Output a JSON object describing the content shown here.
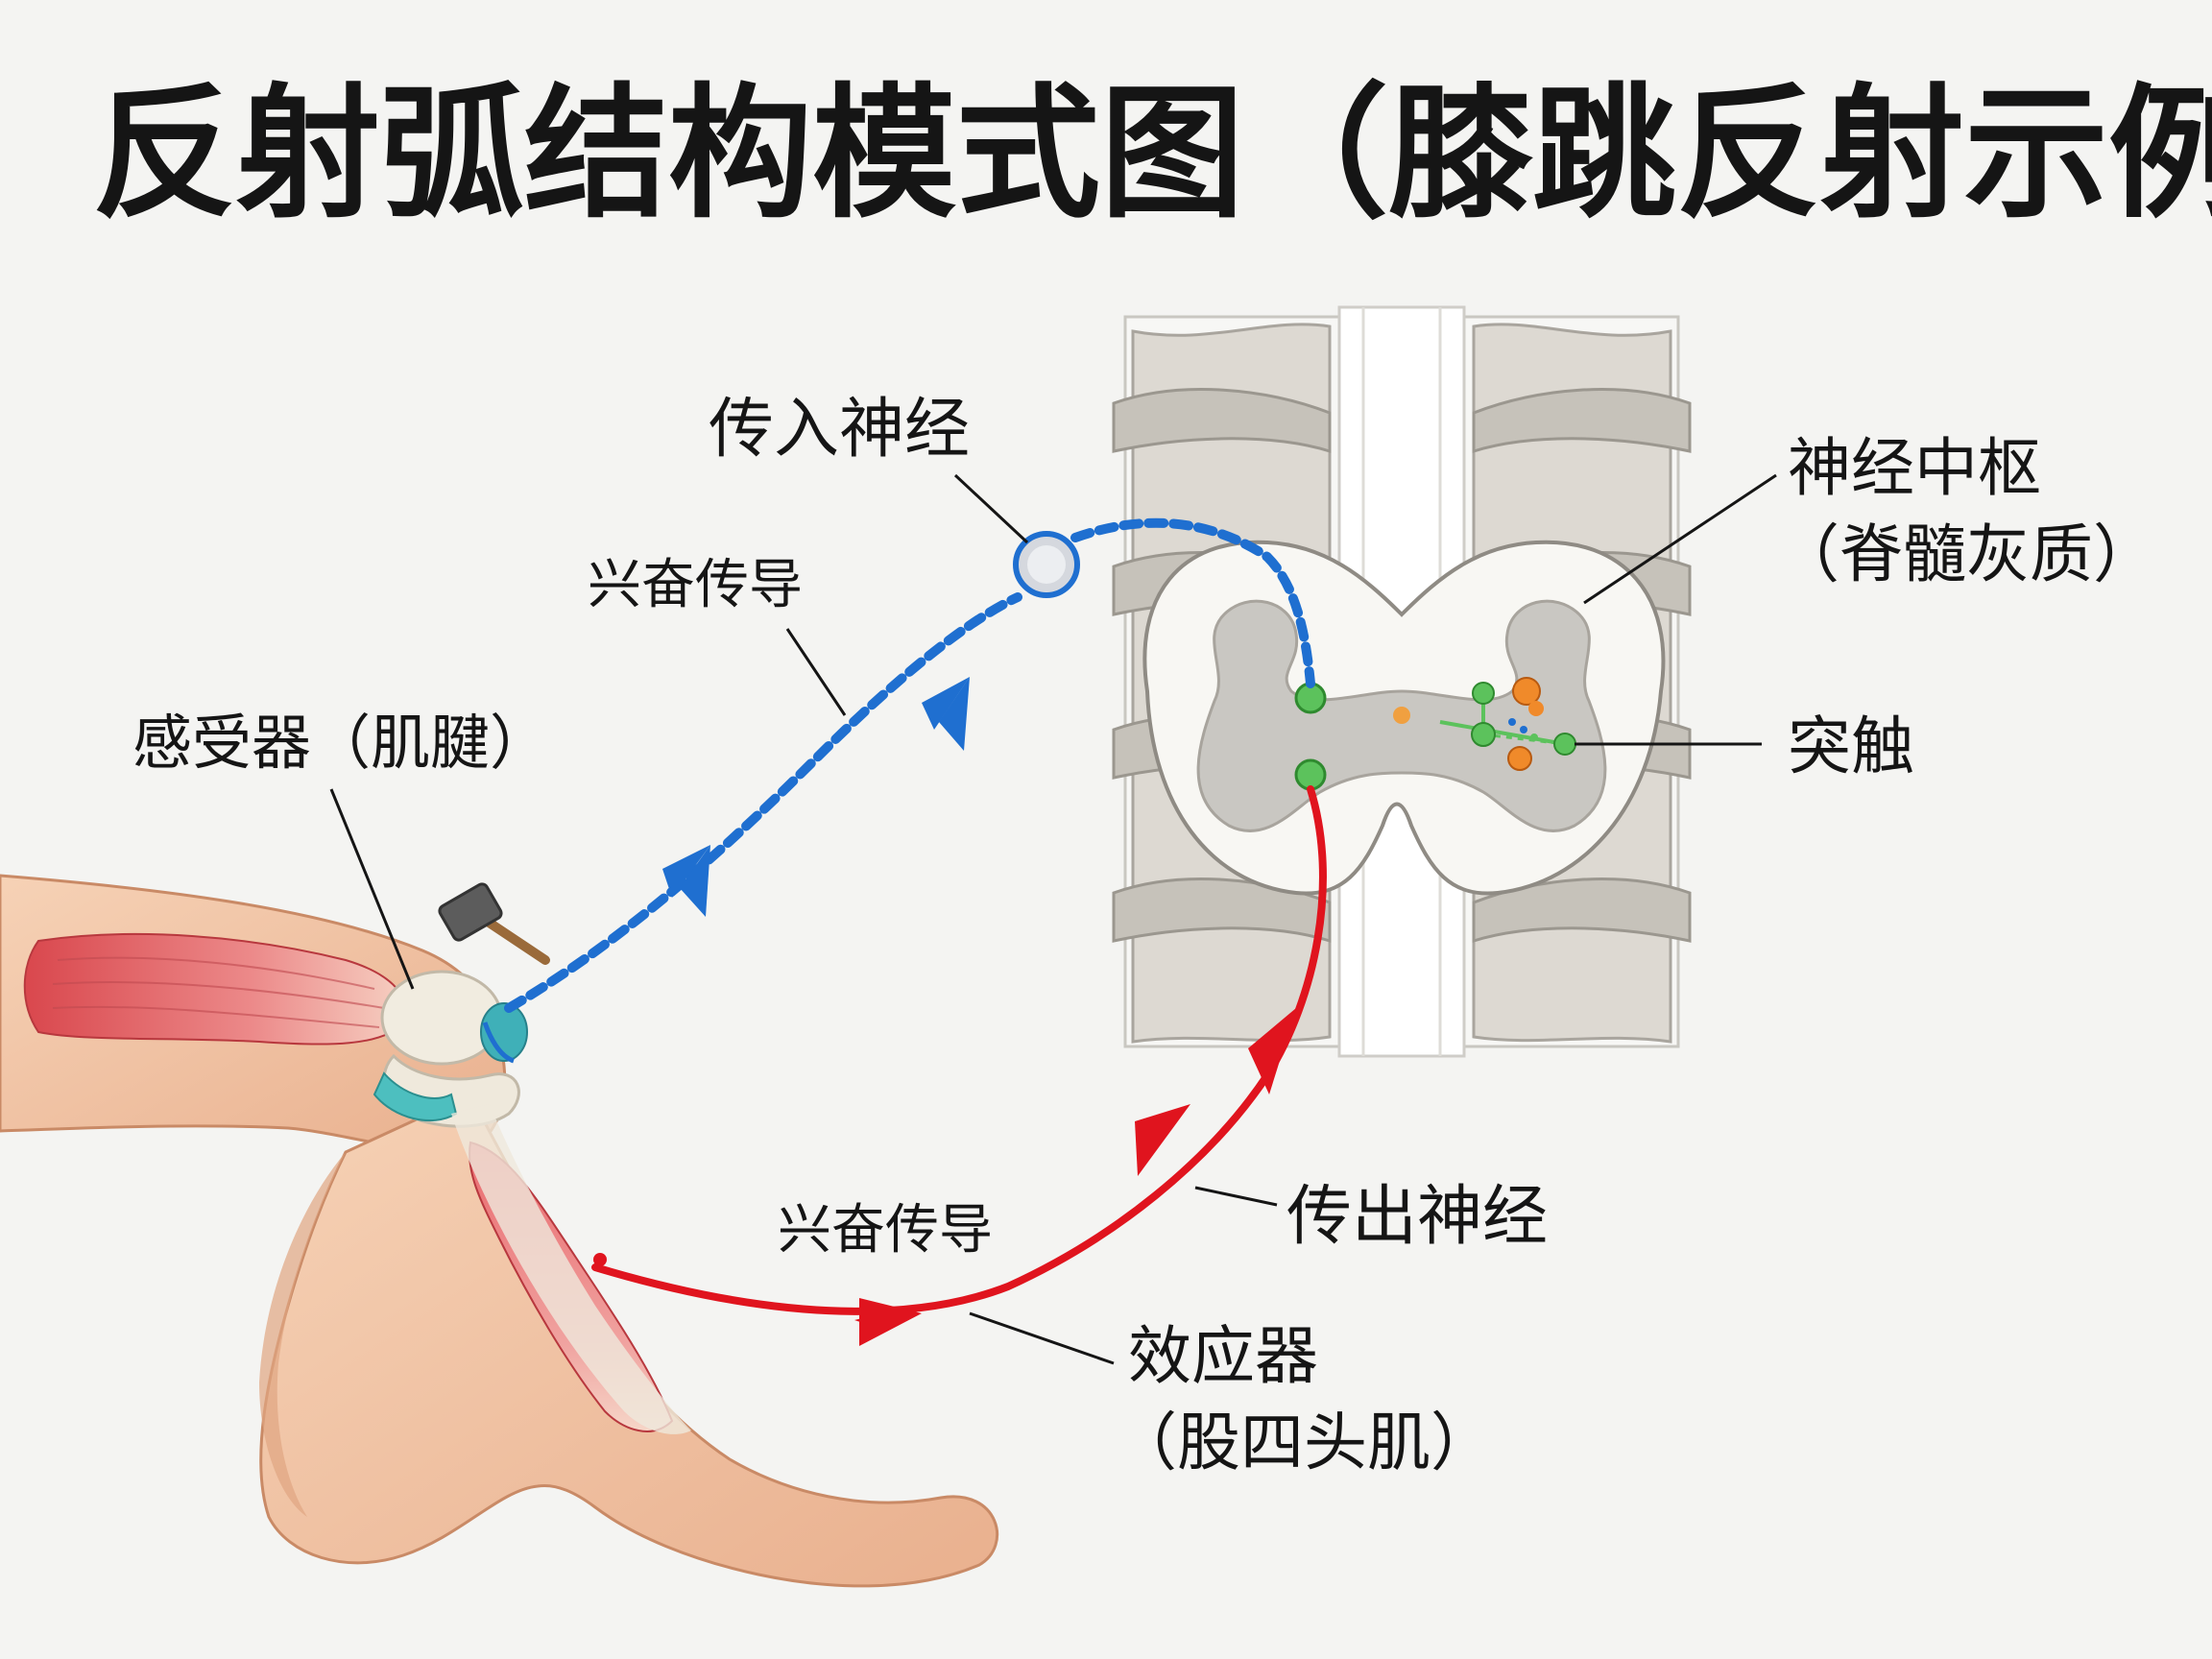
{
  "title": "反射弧结构模式图（膝跳反射示例）",
  "labels": {
    "afferent_nerve": "传入神经",
    "conduction_upper": "兴奋传导",
    "receptor": "感受器（肌腱）",
    "center_line1": "神经中枢",
    "center_line2": "（脊髓灰质）",
    "synapse": "突触",
    "efferent_nerve": "传出神经",
    "conduction_lower": "兴奋传导",
    "effector_line1": "效应器",
    "effector_line2": "（股四头肌）"
  },
  "colors": {
    "afferent": "#1f6fd0",
    "efferent": "#e0141e",
    "neuron": "#5cc25c",
    "interneuron": "#f08a2a",
    "muscle": "#e46a6e",
    "skin": "#f2c3a2",
    "bone": "#d6d3cc"
  }
}
